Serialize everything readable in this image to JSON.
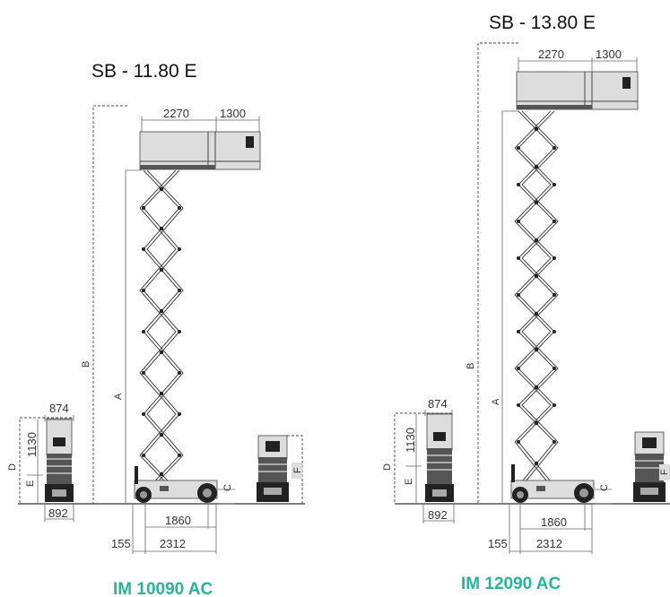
{
  "colors": {
    "model_label": "#2bb39a",
    "tag_bg": "#dddddd"
  },
  "machines": [
    {
      "title": "SB - 11.80 E",
      "model": "IM 10090 AC",
      "dims": {
        "platform_length": "2270",
        "extension": "1300",
        "front_width": "874",
        "front_height": "1130",
        "base_width": "892",
        "wheelbase": "1860",
        "offset": "155",
        "overall_length": "2312"
      },
      "letters": {
        "A": "A",
        "B": "B",
        "C": "C",
        "D": "D",
        "E": "E",
        "F": "F"
      }
    },
    {
      "title": "SB - 13.80 E",
      "model": "IM 12090 AC",
      "dims": {
        "platform_length": "2270",
        "extension": "1300",
        "front_width": "874",
        "front_height": "1130",
        "base_width": "892",
        "wheelbase": "1860",
        "offset": "155",
        "overall_length": "2312"
      },
      "letters": {
        "A": "A",
        "B": "B",
        "C": "C",
        "D": "D",
        "E": "E",
        "F": "F"
      }
    }
  ]
}
